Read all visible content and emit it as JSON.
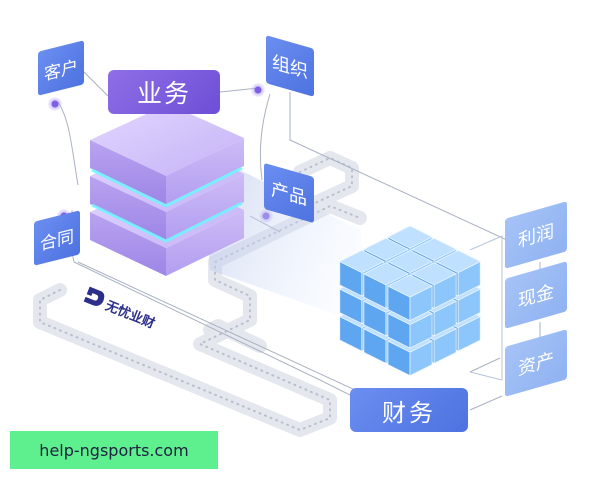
{
  "labels": {
    "customer": "客户",
    "business": "业务",
    "organization": "组织",
    "product": "产品",
    "contract": "合同",
    "finance": "财务",
    "profit": "利润",
    "cash": "现金",
    "assets": "资产"
  },
  "brand": {
    "name": "无忧业财"
  },
  "watermark": "help-ngsports.com",
  "colors": {
    "purple_accent": "#7b5ce0",
    "blue_accent": "#5b80ec",
    "soft_blue": "#9fbdf4",
    "cube_blue": "#6fb2f4",
    "track_gray": "#dfe3ea",
    "watermark_green": "#5ef08e"
  }
}
